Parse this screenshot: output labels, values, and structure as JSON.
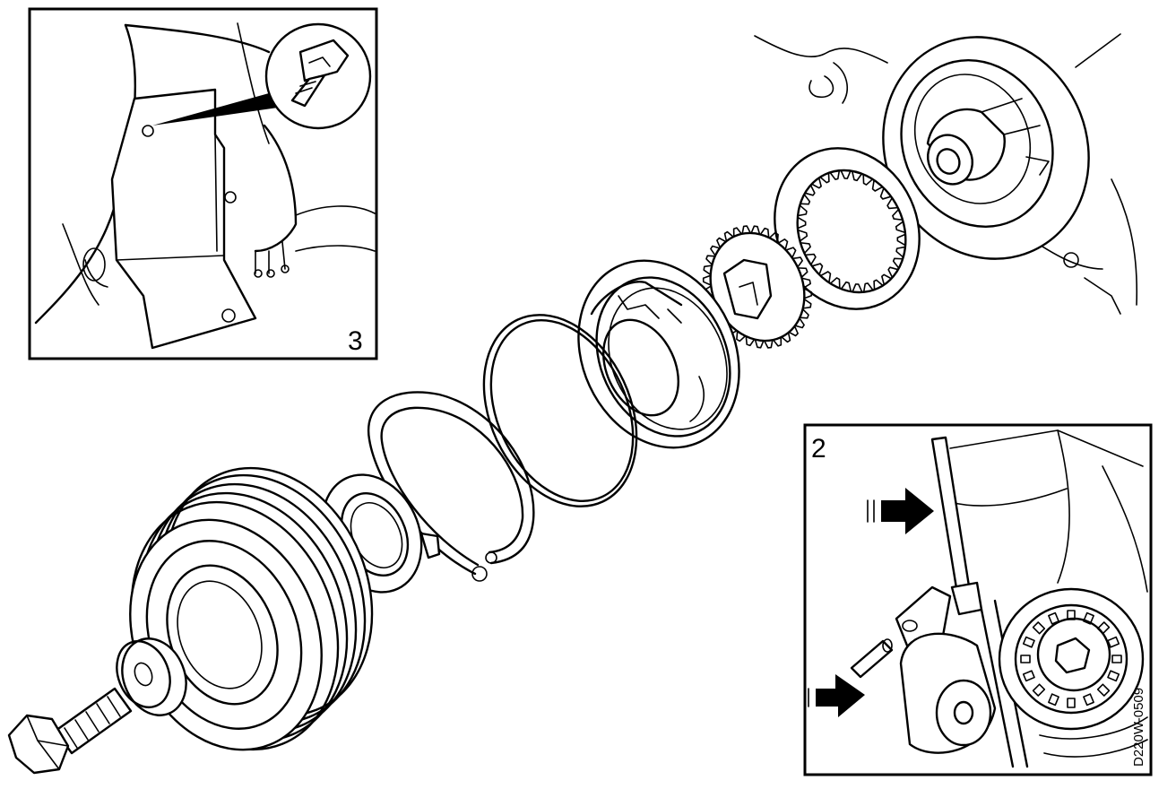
{
  "insets": {
    "top_left": {
      "number": "3"
    },
    "bottom_right": {
      "number": "2"
    }
  },
  "figure_code": "D220W-0509",
  "colors": {
    "line": "#000000",
    "background": "#ffffff"
  },
  "icons": {
    "arrow": "arrow-right-icon"
  }
}
